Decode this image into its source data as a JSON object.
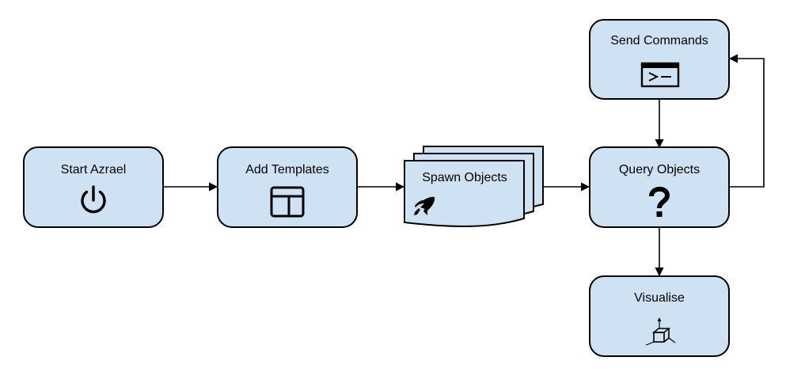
{
  "diagram": {
    "type": "flowchart",
    "colors": {
      "node_fill": "#cfe2f3",
      "node_stroke": "#000000",
      "edge": "#000000"
    },
    "nodes": {
      "start": {
        "label": "Start Azrael",
        "icon": "power-icon"
      },
      "templates": {
        "label": "Add Templates",
        "icon": "layout-template-icon"
      },
      "spawn": {
        "label": "Spawn Objects",
        "icon": "rocket-icon"
      },
      "query": {
        "label": "Query Objects",
        "icon": "question-mark-icon"
      },
      "commands": {
        "label": "Send Commands",
        "icon": "terminal-icon"
      },
      "visualise": {
        "label": "Visualise",
        "icon": "3d-cube-icon"
      }
    },
    "edges": [
      {
        "from": "Start Azrael",
        "to": "Add Templates"
      },
      {
        "from": "Add Templates",
        "to": "Spawn Objects"
      },
      {
        "from": "Spawn Objects",
        "to": "Query Objects"
      },
      {
        "from": "Send Commands",
        "to": "Query Objects"
      },
      {
        "from": "Query Objects",
        "to": "Send Commands"
      },
      {
        "from": "Query Objects",
        "to": "Visualise"
      }
    ]
  }
}
